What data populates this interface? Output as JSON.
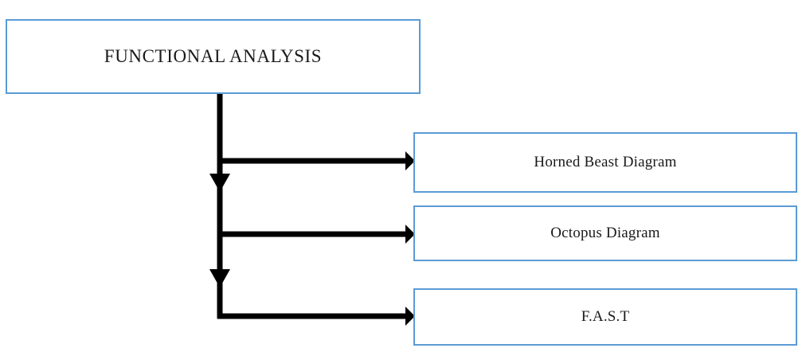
{
  "diagram": {
    "title_text": "FUNCTIONAL ANALYSIS",
    "root": {
      "label": "FUNCTIONAL ANALYSIS"
    },
    "children": [
      {
        "label": "Horned Beast Diagram"
      },
      {
        "label": "Octopus Diagram"
      },
      {
        "label": "F.A.S.T"
      }
    ],
    "colors": {
      "box_border": "#5b9bd5",
      "box_fill": "#ffffff",
      "connector": "#000000",
      "text": "#1a1a1a",
      "background": "#ffffff"
    },
    "connectors": {
      "trunk_label": "vertical-trunk",
      "branch_labels": [
        "branch-to-horned-beast-diagram",
        "branch-to-octopus-diagram",
        "branch-to-fast"
      ],
      "arrowhead_names": [
        "down-arrowhead-icon",
        "down-arrowhead-icon",
        "right-arrowhead-icon"
      ]
    }
  }
}
